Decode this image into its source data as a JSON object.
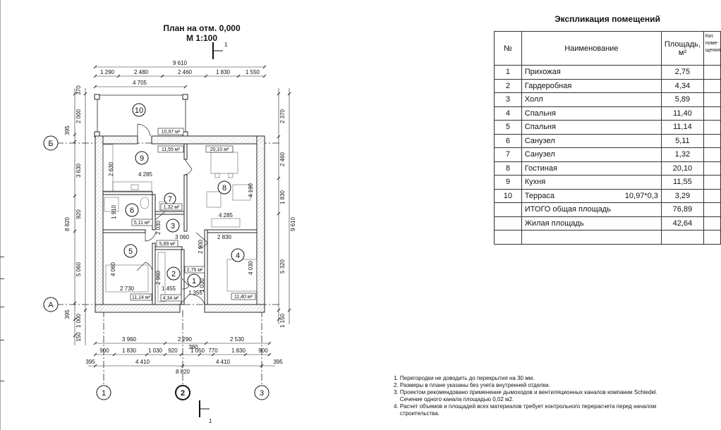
{
  "plan": {
    "title": "План на отм. 0,000",
    "scale": "М 1:100",
    "section_mark": "1",
    "axes": {
      "letters": [
        "Б",
        "А"
      ],
      "numbers": [
        "1",
        "2",
        "3"
      ]
    },
    "dims_top": [
      "9 610",
      "1 290",
      "2 480",
      "2 460",
      "1 830",
      "1 550",
      "4 705"
    ],
    "dims_bottom": [
      "3 960",
      "2 290",
      "2 530",
      "380",
      "900",
      "1 830",
      "1 030",
      "920",
      "1 050",
      "770",
      "1 830",
      "900",
      "395",
      "4 410",
      "8 820",
      "4 410",
      "395"
    ],
    "dims_left": [
      "370",
      "2 000",
      "395",
      "3 630",
      "920",
      "8 820",
      "5 060",
      "395",
      "1 000",
      "150"
    ],
    "dims_right": [
      "2 370",
      "2 460",
      "1 830",
      "9 610",
      "5 320",
      "1 150"
    ],
    "dims_inner": [
      "4 285",
      "1 910",
      "4 285",
      "3 060",
      "2 830",
      "2 900",
      "4 060",
      "2 730",
      "2 960",
      "1 455",
      "1 355",
      "4 030",
      "4 190",
      "2 630",
      "2 030",
      "1 030"
    ],
    "rooms": [
      {
        "num": "10",
        "area": "10,97 м²"
      },
      {
        "num": "9",
        "area": "11,55 м²"
      },
      {
        "num": "8",
        "area": "20,10 м²"
      },
      {
        "num": "7",
        "area": "1,32 м²"
      },
      {
        "num": "6",
        "area": "5,11 м²"
      },
      {
        "num": "3",
        "area": "5,89 м²"
      },
      {
        "num": "5",
        "area": "11,14 м²"
      },
      {
        "num": "2",
        "area": "4,34 м²"
      },
      {
        "num": "1",
        "area": "2,75 м²"
      },
      {
        "num": "4",
        "area": "11,40 м²"
      }
    ]
  },
  "explication": {
    "title": "Экспликация помещений",
    "headers": {
      "num": "№",
      "name": "Наименование",
      "area": "Площадь,",
      "area_unit": "м²",
      "cat": "Кат. поме- щения"
    },
    "rows": [
      {
        "num": "1",
        "name": "Прихожая",
        "calc": "",
        "area": "2,75"
      },
      {
        "num": "2",
        "name": "Гардеробная",
        "calc": "",
        "area": "4,34"
      },
      {
        "num": "3",
        "name": "Холл",
        "calc": "",
        "area": "5,89"
      },
      {
        "num": "4",
        "name": "Спальня",
        "calc": "",
        "area": "11,40"
      },
      {
        "num": "5",
        "name": "Спальня",
        "calc": "",
        "area": "11,14"
      },
      {
        "num": "6",
        "name": "Санузел",
        "calc": "",
        "area": "5,11"
      },
      {
        "num": "7",
        "name": "Санузел",
        "calc": "",
        "area": "1,32"
      },
      {
        "num": "8",
        "name": "Гостиная",
        "calc": "",
        "area": "20,10"
      },
      {
        "num": "9",
        "name": "Кухня",
        "calc": "",
        "area": "11,55"
      },
      {
        "num": "10",
        "name": "Терраса",
        "calc": "10,97*0,3",
        "area": "3,29"
      },
      {
        "num": "",
        "name": "ИТОГО общая площадь",
        "calc": "",
        "area": "76,89"
      },
      {
        "num": "",
        "name": "Жилая площадь",
        "calc": "",
        "area": "42,64"
      },
      {
        "num": "",
        "name": "",
        "calc": "",
        "area": ""
      }
    ]
  },
  "notes": [
    "1. Перегородки не доводить до перекрытия на 30 мм.",
    "2. Размеры в плане указаны без учета внутренней отделки.",
    "3. Проектом рекомендовано применение дымоходов и вентиляционных каналов компании Schiedel.\n    Сечение одного канала площадью 0,02 м2.",
    "4. Расчет объемов и площадей всех материалов требует контрольного перерасчета перед началом\n    строительства."
  ]
}
